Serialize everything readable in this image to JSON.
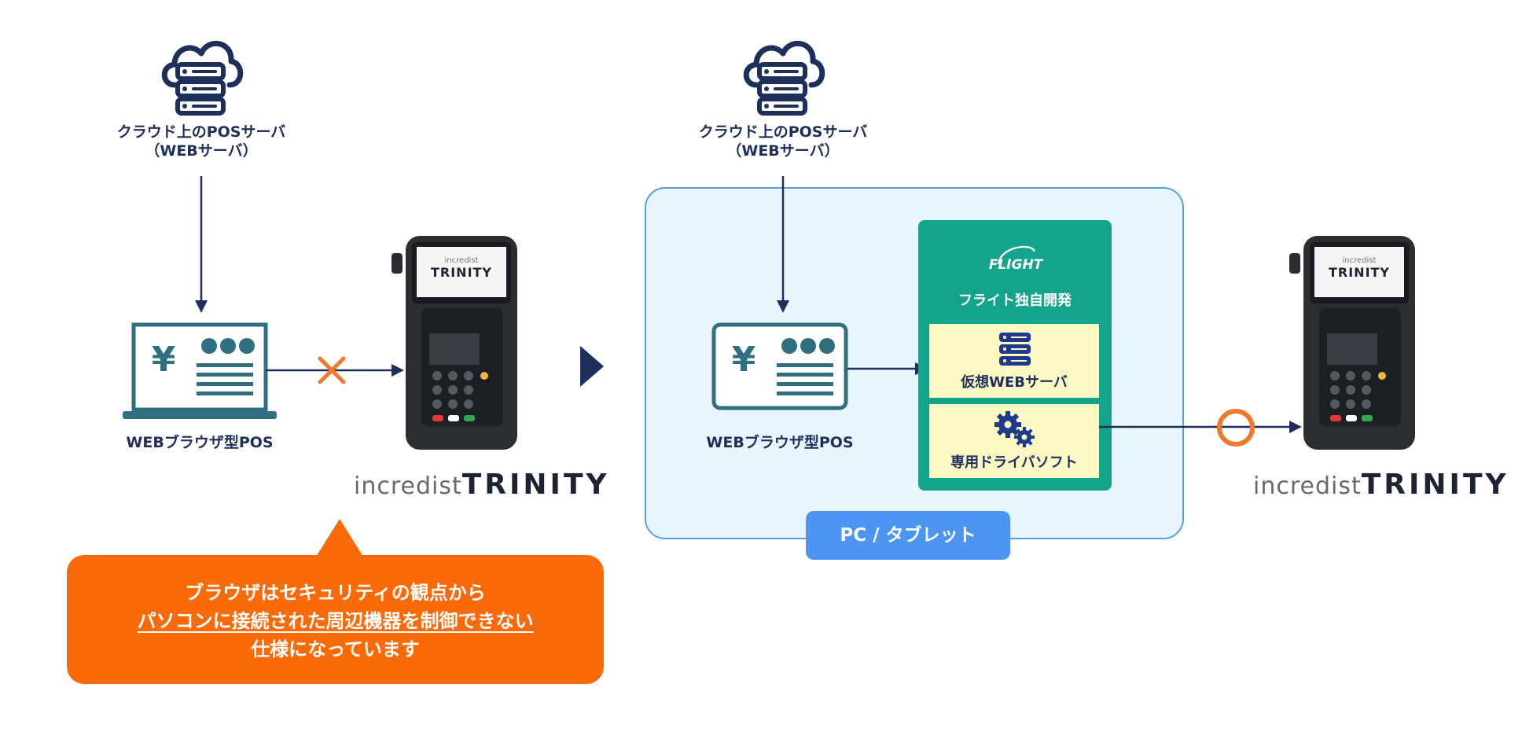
{
  "left": {
    "cloud_line1": "クラウド上のPOSサーバ",
    "cloud_line2": "（WEBサーバ）",
    "pos_label": "WEBブラウザ型POS",
    "pos_glyph": "¥",
    "brand_small": "incredist",
    "brand_big": "TRINITY",
    "callout_line1": "ブラウザはセキュリティの観点から",
    "callout_line2": "パソコンに接続された周辺機器を制御できない",
    "callout_line3": "仕様になっています"
  },
  "right": {
    "cloud_line1": "クラウド上のPOSサーバ",
    "cloud_line2": "（WEBサーバ）",
    "pos_label": "WEBブラウザ型POS",
    "pos_glyph": "¥",
    "flight_logo": "FLIGHT",
    "flight_title": "フライト独自開発",
    "virtual_server": "仮想WEBサーバ",
    "driver_software": "専用ドライバソフト",
    "region_tag": "PC / タブレット",
    "brand_small": "incredist",
    "brand_big": "TRINITY"
  },
  "device": {
    "screen_small": "incredist",
    "screen_big": "TRINITY"
  },
  "colors": {
    "navy": "#1e2f5c",
    "teal": "#2f6f80",
    "orange": "#fb6a09",
    "ng_mark": "#f07a2a",
    "flight_green": "#14a38b",
    "region_bg": "#e9f5fd",
    "region_border": "#57a0de",
    "region_tag": "#4c95f2"
  },
  "icons": [
    "cloud-server-icon",
    "monitor-pos-icon",
    "cross-icon",
    "circle-ok-icon",
    "arrow-right-icon",
    "server-icon",
    "gears-icon",
    "flight-logo"
  ]
}
